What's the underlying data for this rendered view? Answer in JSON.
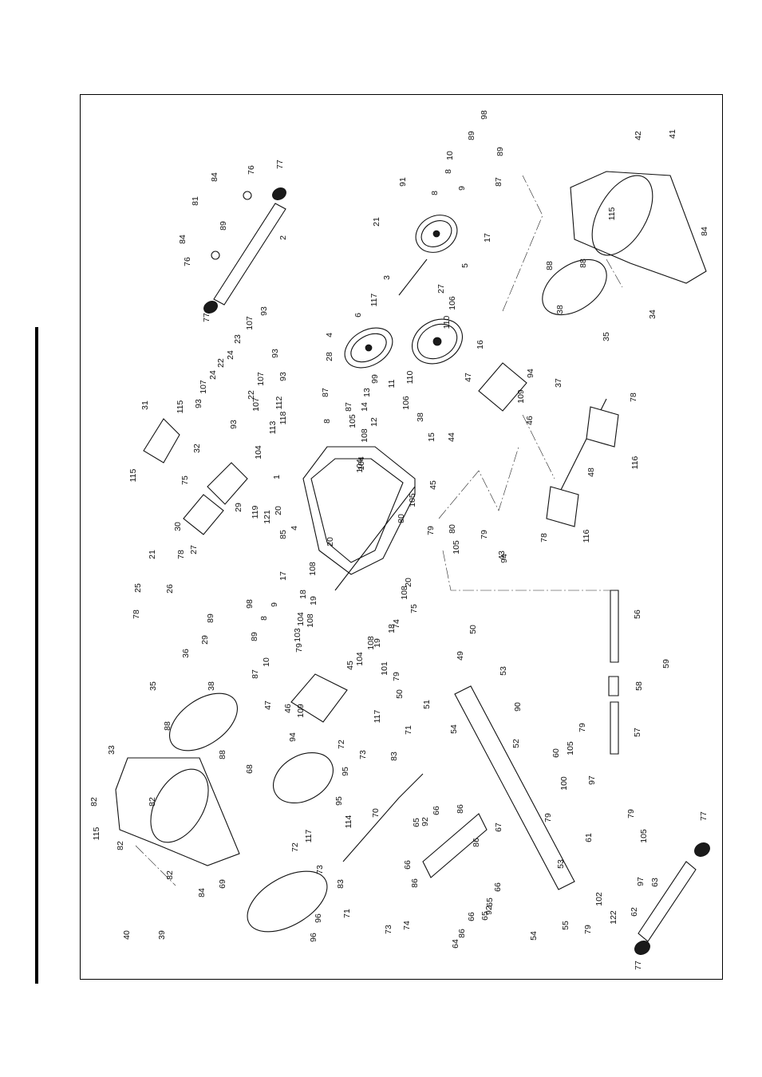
{
  "diagram": {
    "type": "exploded-parts-drawing",
    "orientation": "rotated-90",
    "callouts": [
      {
        "id": "c1",
        "text": "77"
      },
      {
        "id": "c2",
        "text": "76"
      },
      {
        "id": "c3",
        "text": "84"
      },
      {
        "id": "c4",
        "text": "81"
      },
      {
        "id": "c5",
        "text": "89"
      },
      {
        "id": "c6",
        "text": "2"
      },
      {
        "id": "c7",
        "text": "84"
      },
      {
        "id": "c8",
        "text": "76"
      },
      {
        "id": "c9",
        "text": "77"
      },
      {
        "id": "c10",
        "text": "98"
      },
      {
        "id": "c11",
        "text": "89"
      },
      {
        "id": "c12",
        "text": "89"
      },
      {
        "id": "c13",
        "text": "10"
      },
      {
        "id": "c14",
        "text": "87"
      },
      {
        "id": "c15",
        "text": "8"
      },
      {
        "id": "c16",
        "text": "9"
      },
      {
        "id": "c17",
        "text": "91"
      },
      {
        "id": "c18",
        "text": "8"
      },
      {
        "id": "c19",
        "text": "17"
      },
      {
        "id": "c20",
        "text": "21"
      },
      {
        "id": "c21",
        "text": "5"
      },
      {
        "id": "c22",
        "text": "3"
      },
      {
        "id": "c23",
        "text": "117"
      },
      {
        "id": "c24",
        "text": "27"
      },
      {
        "id": "c25",
        "text": "106"
      },
      {
        "id": "c26",
        "text": "110"
      },
      {
        "id": "c27",
        "text": "6"
      },
      {
        "id": "c28",
        "text": "4"
      },
      {
        "id": "c29",
        "text": "16"
      },
      {
        "id": "c30",
        "text": "106"
      },
      {
        "id": "c31",
        "text": "11"
      },
      {
        "id": "c32",
        "text": "110"
      },
      {
        "id": "c33",
        "text": "28"
      },
      {
        "id": "c34",
        "text": "87"
      },
      {
        "id": "c35",
        "text": "13"
      },
      {
        "id": "c36",
        "text": "99"
      },
      {
        "id": "c37",
        "text": "87"
      },
      {
        "id": "c38",
        "text": "14"
      },
      {
        "id": "c39",
        "text": "12"
      },
      {
        "id": "c40",
        "text": "105"
      },
      {
        "id": "c41",
        "text": "108"
      },
      {
        "id": "c42",
        "text": "38"
      },
      {
        "id": "c43",
        "text": "15"
      },
      {
        "id": "c44",
        "text": "104"
      },
      {
        "id": "c45",
        "text": "93"
      },
      {
        "id": "c46",
        "text": "107"
      },
      {
        "id": "c47",
        "text": "23"
      },
      {
        "id": "c48",
        "text": "24"
      },
      {
        "id": "c49",
        "text": "22"
      },
      {
        "id": "c50",
        "text": "24"
      },
      {
        "id": "c51",
        "text": "107"
      },
      {
        "id": "c52",
        "text": "93"
      },
      {
        "id": "c53",
        "text": "93"
      },
      {
        "id": "c54",
        "text": "107"
      },
      {
        "id": "c55",
        "text": "22"
      },
      {
        "id": "c56",
        "text": "112"
      },
      {
        "id": "c57",
        "text": "107"
      },
      {
        "id": "c58",
        "text": "93"
      },
      {
        "id": "c59",
        "text": "93"
      },
      {
        "id": "c60",
        "text": "113"
      },
      {
        "id": "c61",
        "text": "118"
      },
      {
        "id": "c62",
        "text": "104"
      },
      {
        "id": "c63",
        "text": "8"
      },
      {
        "id": "c64",
        "text": "31"
      },
      {
        "id": "c65",
        "text": "115"
      },
      {
        "id": "c66",
        "text": "115"
      },
      {
        "id": "c67",
        "text": "32"
      },
      {
        "id": "c68",
        "text": "75"
      },
      {
        "id": "c69",
        "text": "29"
      },
      {
        "id": "c70",
        "text": "30"
      },
      {
        "id": "c71",
        "text": "1"
      },
      {
        "id": "c72",
        "text": "119"
      },
      {
        "id": "c73",
        "text": "121"
      },
      {
        "id": "c74",
        "text": "20"
      },
      {
        "id": "c75",
        "text": "4"
      },
      {
        "id": "c76",
        "text": "85"
      },
      {
        "id": "c77",
        "text": "27"
      },
      {
        "id": "c78",
        "text": "21"
      },
      {
        "id": "c79",
        "text": "78"
      },
      {
        "id": "c80",
        "text": "25"
      },
      {
        "id": "c81",
        "text": "26"
      },
      {
        "id": "c82",
        "text": "78"
      },
      {
        "id": "c83",
        "text": "17"
      },
      {
        "id": "c84",
        "text": "20"
      },
      {
        "id": "c85",
        "text": "108"
      },
      {
        "id": "c86",
        "text": "18"
      },
      {
        "id": "c87",
        "text": "19"
      },
      {
        "id": "c88",
        "text": "108"
      },
      {
        "id": "c89",
        "text": "104"
      },
      {
        "id": "c90",
        "text": "103"
      },
      {
        "id": "c91",
        "text": "9"
      },
      {
        "id": "c92",
        "text": "8"
      },
      {
        "id": "c93",
        "text": "98"
      },
      {
        "id": "c94",
        "text": "89"
      },
      {
        "id": "c95",
        "text": "89"
      },
      {
        "id": "c96",
        "text": "29"
      },
      {
        "id": "c97",
        "text": "10"
      },
      {
        "id": "c98",
        "text": "87"
      },
      {
        "id": "c99",
        "text": "79"
      },
      {
        "id": "c100",
        "text": "36"
      },
      {
        "id": "c101",
        "text": "38"
      },
      {
        "id": "c102",
        "text": "35"
      },
      {
        "id": "c103",
        "text": "88"
      },
      {
        "id": "c104",
        "text": "88"
      },
      {
        "id": "c105",
        "text": "33"
      },
      {
        "id": "c106",
        "text": "82"
      },
      {
        "id": "c107",
        "text": "115"
      },
      {
        "id": "c108",
        "text": "82"
      },
      {
        "id": "c109",
        "text": "82"
      },
      {
        "id": "c110",
        "text": "82"
      },
      {
        "id": "c111",
        "text": "84"
      },
      {
        "id": "c112",
        "text": "40"
      },
      {
        "id": "c113",
        "text": "39"
      },
      {
        "id": "c114",
        "text": "69"
      },
      {
        "id": "c115",
        "text": "96"
      },
      {
        "id": "c116",
        "text": "96"
      },
      {
        "id": "c117",
        "text": "68"
      },
      {
        "id": "c118",
        "text": "95"
      },
      {
        "id": "c119",
        "text": "95"
      },
      {
        "id": "c120",
        "text": "72"
      },
      {
        "id": "c121",
        "text": "73"
      },
      {
        "id": "c122",
        "text": "117"
      },
      {
        "id": "c123",
        "text": "83"
      },
      {
        "id": "c124",
        "text": "70"
      },
      {
        "id": "c125",
        "text": "71"
      },
      {
        "id": "c126",
        "text": "114"
      },
      {
        "id": "c127",
        "text": "117"
      },
      {
        "id": "c128",
        "text": "72"
      },
      {
        "id": "c129",
        "text": "73"
      },
      {
        "id": "c130",
        "text": "83"
      },
      {
        "id": "c131",
        "text": "71"
      },
      {
        "id": "c132",
        "text": "73"
      },
      {
        "id": "c133",
        "text": "74"
      },
      {
        "id": "c134",
        "text": "47"
      },
      {
        "id": "c135",
        "text": "46"
      },
      {
        "id": "c136",
        "text": "109"
      },
      {
        "id": "c137",
        "text": "94"
      },
      {
        "id": "c138",
        "text": "45"
      },
      {
        "id": "c139",
        "text": "104"
      },
      {
        "id": "c140",
        "text": "108"
      },
      {
        "id": "c141",
        "text": "19"
      },
      {
        "id": "c142",
        "text": "18"
      },
      {
        "id": "c143",
        "text": "101"
      },
      {
        "id": "c144",
        "text": "79"
      },
      {
        "id": "c145",
        "text": "74"
      },
      {
        "id": "c146",
        "text": "75"
      },
      {
        "id": "c147",
        "text": "108"
      },
      {
        "id": "c148",
        "text": "20"
      },
      {
        "id": "c149",
        "text": "105"
      },
      {
        "id": "c150",
        "text": "80"
      },
      {
        "id": "c151",
        "text": "79"
      },
      {
        "id": "c152",
        "text": "80"
      },
      {
        "id": "c153",
        "text": "105"
      },
      {
        "id": "c154",
        "text": "79"
      },
      {
        "id": "c155",
        "text": "104"
      },
      {
        "id": "c156",
        "text": "45"
      },
      {
        "id": "c157",
        "text": "44"
      },
      {
        "id": "c158",
        "text": "94"
      },
      {
        "id": "c159",
        "text": "43"
      },
      {
        "id": "c160",
        "text": "47"
      },
      {
        "id": "c161",
        "text": "46"
      },
      {
        "id": "c162",
        "text": "109"
      },
      {
        "id": "c163",
        "text": "94"
      },
      {
        "id": "c164",
        "text": "37"
      },
      {
        "id": "c165",
        "text": "38"
      },
      {
        "id": "c166",
        "text": "35"
      },
      {
        "id": "c167",
        "text": "88"
      },
      {
        "id": "c168",
        "text": "88"
      },
      {
        "id": "c169",
        "text": "34"
      },
      {
        "id": "c170",
        "text": "115"
      },
      {
        "id": "c171",
        "text": "84"
      },
      {
        "id": "c172",
        "text": "42"
      },
      {
        "id": "c173",
        "text": "41"
      },
      {
        "id": "c174",
        "text": "78"
      },
      {
        "id": "c175",
        "text": "48"
      },
      {
        "id": "c176",
        "text": "116"
      },
      {
        "id": "c177",
        "text": "78"
      },
      {
        "id": "c178",
        "text": "116"
      },
      {
        "id": "c179",
        "text": "56"
      },
      {
        "id": "c180",
        "text": "59"
      },
      {
        "id": "c181",
        "text": "58"
      },
      {
        "id": "c182",
        "text": "57"
      },
      {
        "id": "c183",
        "text": "50"
      },
      {
        "id": "c184",
        "text": "49"
      },
      {
        "id": "c185",
        "text": "50"
      },
      {
        "id": "c186",
        "text": "51"
      },
      {
        "id": "c187",
        "text": "53"
      },
      {
        "id": "c188",
        "text": "90"
      },
      {
        "id": "c189",
        "text": "54"
      },
      {
        "id": "c190",
        "text": "52"
      },
      {
        "id": "c191",
        "text": "60"
      },
      {
        "id": "c192",
        "text": "105"
      },
      {
        "id": "c193",
        "text": "79"
      },
      {
        "id": "c194",
        "text": "97"
      },
      {
        "id": "c195",
        "text": "100"
      },
      {
        "id": "c196",
        "text": "79"
      },
      {
        "id": "c197",
        "text": "61"
      },
      {
        "id": "c198",
        "text": "105"
      },
      {
        "id": "c199",
        "text": "79"
      },
      {
        "id": "c200",
        "text": "97"
      },
      {
        "id": "c201",
        "text": "63"
      },
      {
        "id": "c202",
        "text": "77"
      },
      {
        "id": "c203",
        "text": "102"
      },
      {
        "id": "c204",
        "text": "79"
      },
      {
        "id": "c205",
        "text": "122"
      },
      {
        "id": "c206",
        "text": "62"
      },
      {
        "id": "c207",
        "text": "77"
      },
      {
        "id": "c208",
        "text": "53"
      },
      {
        "id": "c209",
        "text": "66"
      },
      {
        "id": "c210",
        "text": "65"
      },
      {
        "id": "c211",
        "text": "92"
      },
      {
        "id": "c212",
        "text": "66"
      },
      {
        "id": "c213",
        "text": "86"
      },
      {
        "id": "c214",
        "text": "86"
      },
      {
        "id": "c215",
        "text": "67"
      },
      {
        "id": "c216",
        "text": "86"
      },
      {
        "id": "c217",
        "text": "66"
      },
      {
        "id": "c218",
        "text": "65"
      },
      {
        "id": "c219",
        "text": "92"
      },
      {
        "id": "c220",
        "text": "65"
      },
      {
        "id": "c221",
        "text": "66"
      },
      {
        "id": "c222",
        "text": "86"
      },
      {
        "id": "c223",
        "text": "64"
      },
      {
        "id": "c224",
        "text": "54"
      },
      {
        "id": "c225",
        "text": "55"
      }
    ]
  }
}
